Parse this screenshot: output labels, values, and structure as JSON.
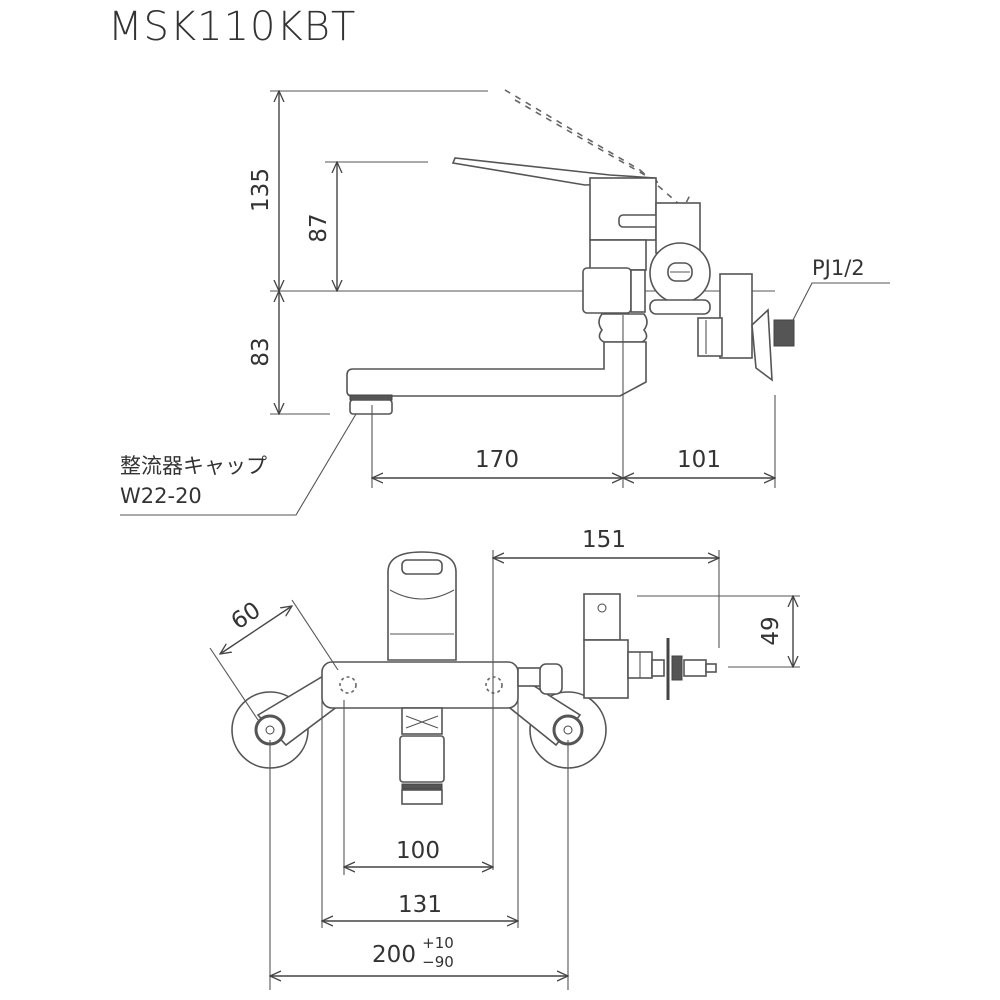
{
  "title": "MSK110KBT",
  "side_view": {
    "dims": {
      "lever_top_height": "135",
      "handle_height": "87",
      "spout_drop": "83",
      "spout_reach": "170",
      "wall_offset": "101"
    },
    "labels": {
      "connection": "PJ1/2",
      "aerator_name": "整流器キャップ",
      "aerator_spec": "W22-20"
    }
  },
  "front_view": {
    "dims": {
      "leg_length": "60",
      "side_outlet_offset": "151",
      "side_outlet_height": "49",
      "inner_span": "100",
      "body_span": "131",
      "center_distance": "200",
      "tolerance_plus": "+10",
      "tolerance_minus": "−90"
    }
  }
}
